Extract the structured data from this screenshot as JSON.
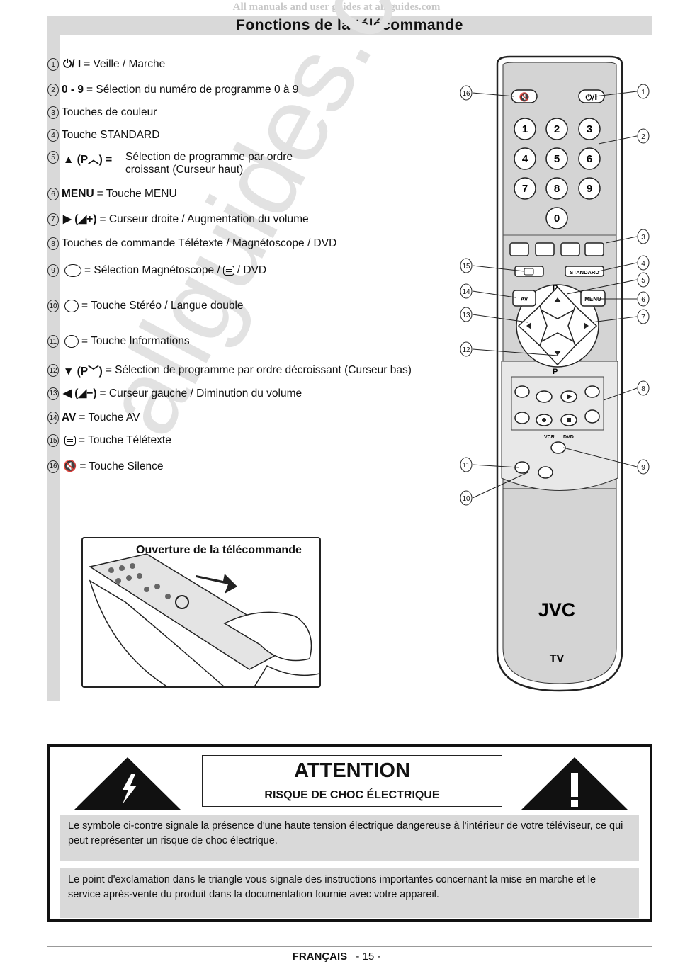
{
  "header": {
    "watermark": "All manuals and user guides at all-guides.com"
  },
  "page": {
    "title": "Fonctions de la télécommande"
  },
  "watermark_diagonal": "allguides.com",
  "functions": [
    {
      "num": "1",
      "glyph": "⏻/ I",
      "text": "= Veille / Marche"
    },
    {
      "num": "2",
      "bold": "0 - 9",
      "text": "= Sélection du numéro de programme 0 à 9"
    },
    {
      "num": "3",
      "text": "Touches de couleur"
    },
    {
      "num": "4",
      "text": "Touche STANDARD"
    },
    {
      "num": "5",
      "glyph": "▲ (P︿) =",
      "line1": "Sélection de programme par ordre",
      "line2": "croissant (Curseur haut)"
    },
    {
      "num": "6",
      "bold": "MENU",
      "text": "= Touche MENU"
    },
    {
      "num": "7",
      "glyph": "▶ (◢+)",
      "text": "= Curseur droite / Augmentation du volume"
    },
    {
      "num": "8",
      "text": "Touches de commande Télétexte / Magnétoscope / DVD"
    },
    {
      "num": "9",
      "text": "= Sélection Magnétoscope /",
      "text2": "/ DVD"
    },
    {
      "num": "10",
      "text": "= Touche Stéréo / Langue double"
    },
    {
      "num": "11",
      "text": "= Touche Informations"
    },
    {
      "num": "12",
      "glyph": "▼ (P﹀)",
      "text": "= Sélection de programme par ordre décroissant (Curseur bas)"
    },
    {
      "num": "13",
      "glyph": "◀ (◢−)",
      "text": "= Curseur gauche / Diminution du volume"
    },
    {
      "num": "14",
      "bold": "AV",
      "text": "= Touche AV"
    },
    {
      "num": "15",
      "text": "= Touche Télétexte"
    },
    {
      "num": "16",
      "glyph": "🔇",
      "text": "= Touche Silence"
    }
  ],
  "illustration": {
    "title": "Ouverture de la télécommande"
  },
  "remote": {
    "brand": "JVC",
    "model": "TV",
    "digits": [
      "1",
      "2",
      "3",
      "4",
      "5",
      "6",
      "7",
      "8",
      "9",
      "0"
    ],
    "standard_label": "STANDARD",
    "menu_label": "MENU",
    "av_label": "AV",
    "p_label": "P",
    "vcr_label": "VCR",
    "dvd_label": "DVD",
    "callouts": [
      "1",
      "2",
      "3",
      "4",
      "5",
      "6",
      "7",
      "8",
      "9",
      "10",
      "11",
      "12",
      "13",
      "14",
      "15",
      "16"
    ]
  },
  "attention": {
    "title": "ATTENTION",
    "subtitle": "RISQUE DE CHOC ÉLECTRIQUE",
    "para1": "Le symbole ci-contre signale la présence d'une haute tension électrique dangereuse à l'intérieur de votre téléviseur, ce qui peut représenter un risque de choc électrique.",
    "para2": "Le point d'exclamation dans le triangle vous signale des instructions importantes concernant la mise en marche et le service après-vente du produit dans la documentation fournie avec votre appareil."
  },
  "footer": {
    "language": "FRANÇAIS",
    "page": "- 15 -"
  },
  "colors": {
    "panel_gray": "#d9d9d9",
    "remote_gray": "#cfcfcf"
  }
}
